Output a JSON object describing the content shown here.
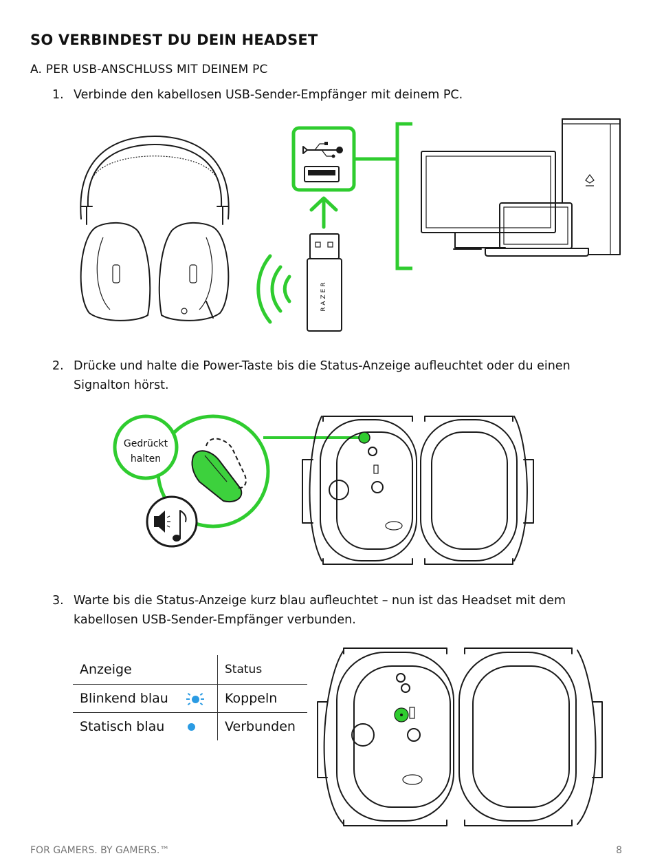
{
  "heading": "SO VERBINDEST DU DEIN HEADSET",
  "subheading": "A. PER USB-ANSCHLUSS MIT DEINEM PC",
  "steps": [
    {
      "num": "1.",
      "text": "Verbinde den kabellosen USB-Sender-Empfänger mit deinem PC."
    },
    {
      "num": "2.",
      "text_line1": "Drücke und halte die Power-Taste bis die Status-Anzeige aufleuchtet oder du einen",
      "text_line2": "Signalton hörst."
    },
    {
      "num": "3.",
      "text_line1": "Warte bis die Status-Anzeige kurz blau aufleuchtet – nun ist das Headset mit dem",
      "text_line2": "kabellosen USB-Sender-Empfänger verbunden."
    }
  ],
  "figure2": {
    "press_label_line1": "Gedrückt",
    "press_label_line2": "halten"
  },
  "dongle_brand": "RAZER",
  "status_table": {
    "headers": [
      "Anzeige",
      "Status"
    ],
    "rows": [
      {
        "indicator": "Blinkend blau",
        "status": "Koppeln",
        "led": "blink-blue"
      },
      {
        "indicator": "Statisch blau",
        "status": "Verbunden",
        "led": "static-blue"
      }
    ],
    "led_color": "#2b9be3"
  },
  "colors": {
    "accent": "#2fcc2f"
  },
  "footer": {
    "tagline": "FOR GAMERS. BY GAMERS.™",
    "page": "8"
  }
}
